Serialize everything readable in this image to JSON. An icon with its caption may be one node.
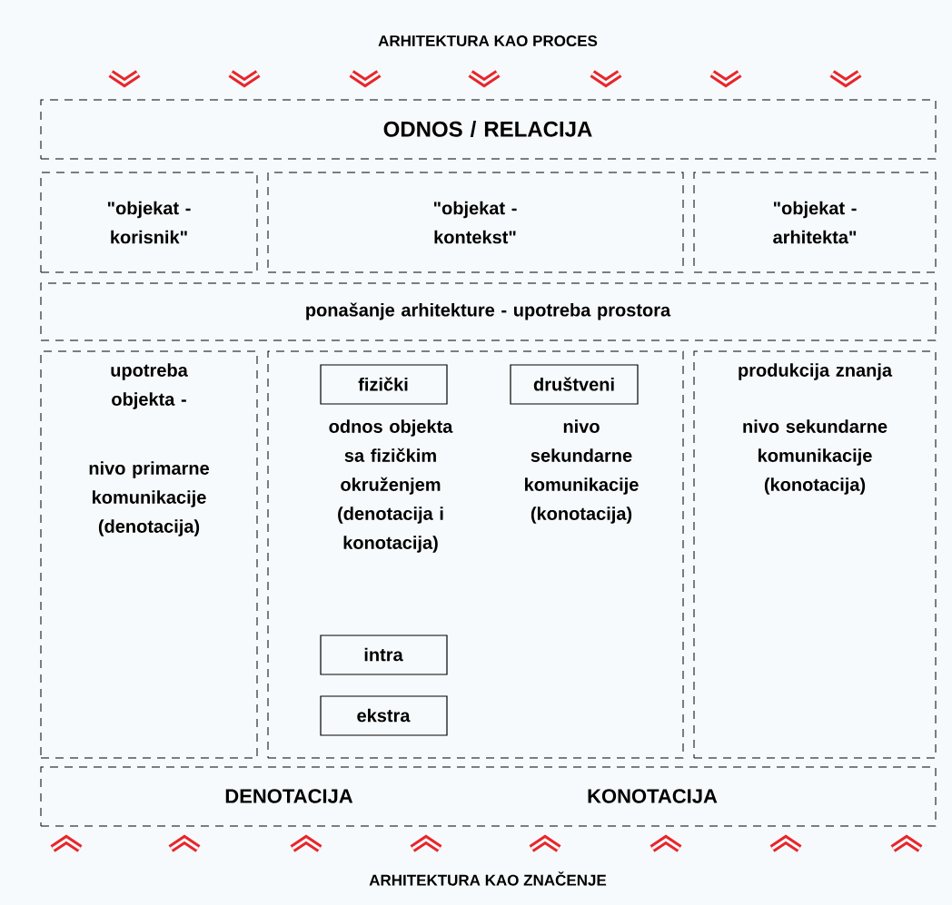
{
  "diagram": {
    "nodes": [
      {
        "text": [
          "ODNOS / RELACIJA"
        ]
      },
      {
        "text": [
          "\"objekat - korisnik\""
        ]
      },
      {
        "text": [
          "\"objekat - kontekst\""
        ]
      },
      {
        "text": [
          "\"objekat - arhitekta\""
        ]
      },
      {
        "text": [
          "ponašanje arhitekture - upotreba prostora"
        ]
      },
      {
        "text": [
          "upotreba objekta -",
          "nivo primarne komunikacije (denotacija)"
        ]
      },
      {
        "text": [
          "odnos objekta sa fizičkim okruženjem (denotacija i konotacija)",
          "nivo sekundarne komunikacije (konotacija)"
        ]
      },
      {
        "text": [
          "fizički"
        ],
        "in": 6
      },
      {
        "text": [
          "društveni"
        ],
        "in": 6
      },
      {
        "text": [
          "intra"
        ],
        "in": 6
      },
      {
        "text": [
          "ekstra"
        ],
        "in": 6
      },
      {
        "text": [
          "produkcija znanja",
          "nivo sekundarne komunikacije (konotacija)"
        ]
      },
      {
        "text": [
          "DENOTACIJA",
          "KONOTACIJA"
        ]
      }
    ],
    "labels": [
      "ARHITEKTURA KAO PROCES",
      "ARHITEKTURA KAO ZNAČENJE"
    ]
  }
}
